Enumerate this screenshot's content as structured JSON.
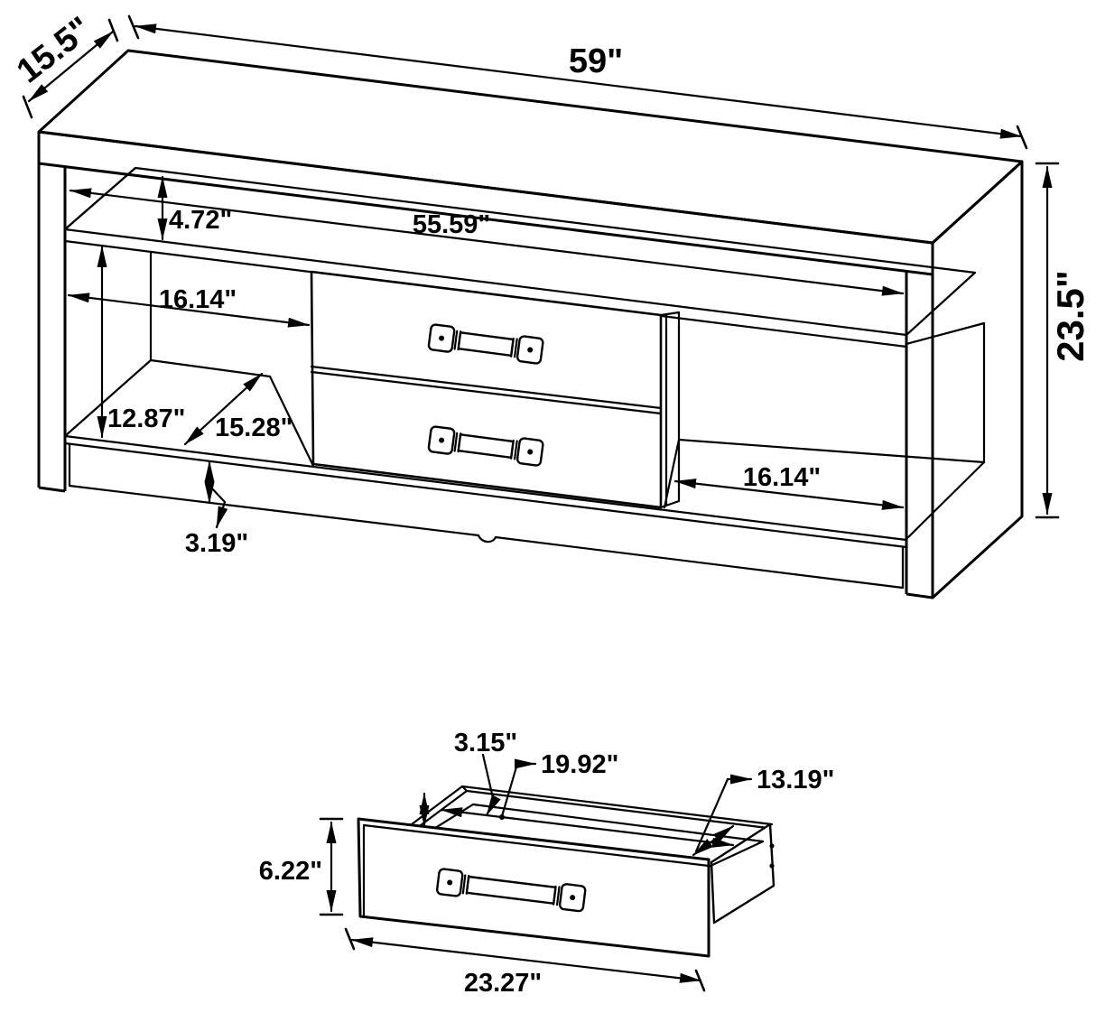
{
  "figure": {
    "type": "furniture-dimension-diagram",
    "subject": "TV console with open shelving, two drawers and drawer detail view",
    "units": "inches"
  },
  "stand": {
    "dimensions": {
      "depth": "15.5\"",
      "width": "59\"",
      "shelf_height": "4.72\"",
      "interior_width": "55.59\"",
      "left_opening_width": "16.14\"",
      "opening_height": "12.87\"",
      "opening_depth": "15.28\"",
      "right_opening_width": "16.14\"",
      "base_height": "3.19\"",
      "overall_height": "23.5\""
    }
  },
  "drawer": {
    "dimensions": {
      "side_height": "3.15\"",
      "interior_width": "19.92\"",
      "interior_depth": "13.19\"",
      "front_height": "6.22\"",
      "front_width": "23.27\""
    }
  }
}
